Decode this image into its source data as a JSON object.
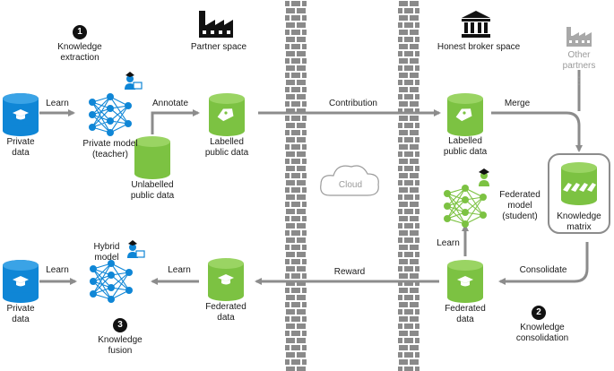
{
  "colors": {
    "blue": "#0f86d6",
    "green": "#7cc242",
    "arrow": "#8c8c8c",
    "wall": "#8a8a8a",
    "ink": "#111111",
    "grey_text": "#9a9a9a"
  },
  "steps": {
    "one": {
      "number": "1",
      "line1": "Knowledge",
      "line2": "extraction"
    },
    "two": {
      "number": "2",
      "line1": "Knowledge",
      "line2": "consolidation"
    },
    "three": {
      "number": "3",
      "line1": "Knowledge",
      "line2": "fusion"
    }
  },
  "spaces": {
    "partner": "Partner space",
    "broker": "Honest broker space",
    "other_line1": "Other",
    "other_line2": "partners",
    "other_dots": "⋮"
  },
  "nodes": {
    "private_data_top": {
      "line1": "Private",
      "line2": "data"
    },
    "private_model": {
      "line1": "Private model",
      "line2": "(teacher)"
    },
    "unlabelled": {
      "line1": "Unlabelled",
      "line2": "public data"
    },
    "labelled_partner": {
      "line1": "Labelled",
      "line2": "public data"
    },
    "labelled_broker": {
      "line1": "Labelled",
      "line2": "public data"
    },
    "knowledge_matrix": {
      "line1": "Knowledge",
      "line2": "matrix"
    },
    "federated_model": {
      "line1": "Federated",
      "line2": "model",
      "line3": "(student)"
    },
    "federated_data_broker": {
      "line1": "Federated",
      "line2": "data"
    },
    "federated_data_partner": {
      "line1": "Federated",
      "line2": "data"
    },
    "hybrid_model": {
      "line1": "Hybrid",
      "line2": "model"
    },
    "private_data_bottom": {
      "line1": "Private",
      "line2": "data"
    },
    "cloud": "Cloud"
  },
  "edges": {
    "learn_top": "Learn",
    "annotate": "Annotate",
    "contribution": "Contribution",
    "merge": "Merge",
    "consolidate": "Consolidate",
    "learn_federated": "Learn",
    "reward": "Reward",
    "learn_hybrid": "Learn",
    "learn_bottom": "Learn"
  },
  "icons": [
    "factory-icon",
    "bank-icon",
    "other-factory-icon",
    "cloud-icon",
    "graduation-cap-icon",
    "tag-icon",
    "neural-network-icon",
    "teacher-icon",
    "student-icon"
  ]
}
